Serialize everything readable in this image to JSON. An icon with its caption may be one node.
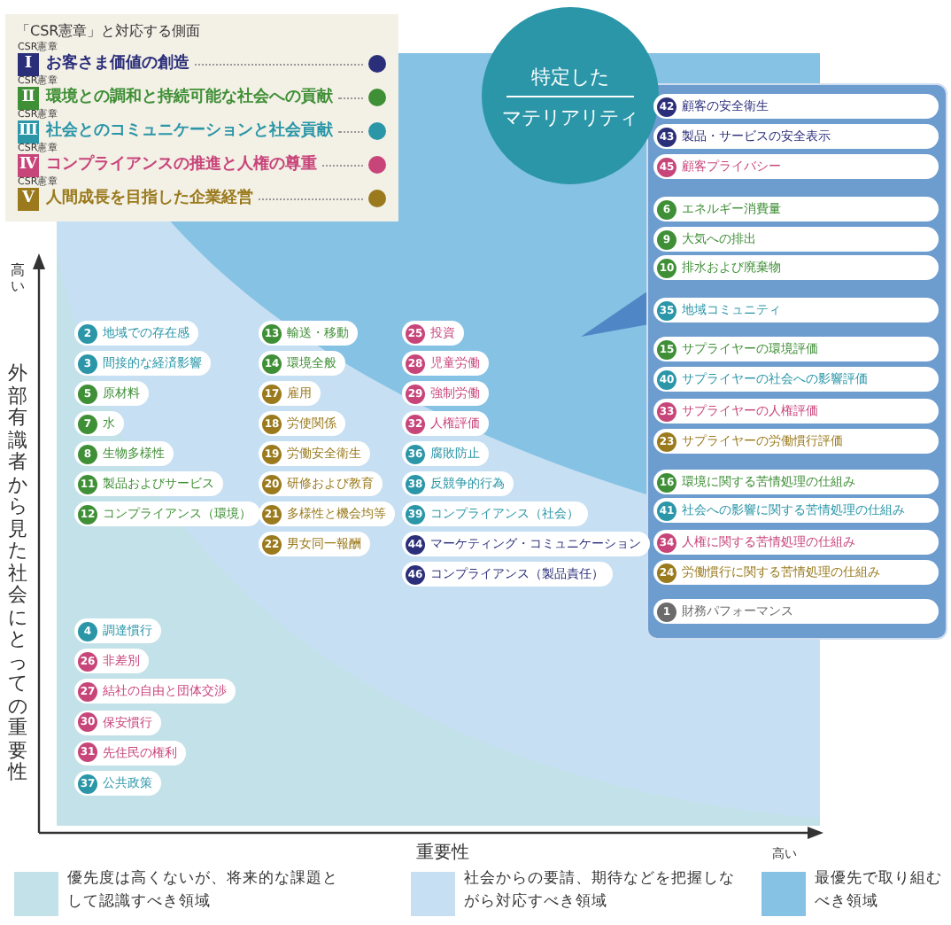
{
  "diagram": {
    "nodes": [
      {
        "text": [
          "特定した",
          "マテリアリティ"
        ]
      },
      {
        "text": [
          "42",
          "顧客の安全衛生"
        ]
      },
      {
        "text": [
          "43",
          "製品・サービスの安全表示"
        ]
      },
      {
        "text": [
          "45",
          "顧客プライバシー"
        ]
      },
      {
        "text": [
          "6",
          "エネルギー消費量"
        ]
      },
      {
        "text": [
          "9",
          "大気への排出"
        ]
      },
      {
        "text": [
          "10",
          "排水および廃棄物"
        ]
      },
      {
        "text": [
          "35",
          "地域コミュニティ"
        ]
      },
      {
        "text": [
          "15",
          "サプライヤーの環境評価"
        ]
      },
      {
        "text": [
          "40",
          "サプライヤーの社会への影響評価"
        ]
      },
      {
        "text": [
          "33",
          "サプライヤーの人権評価"
        ]
      },
      {
        "text": [
          "23",
          "サプライヤーの労働慣行評価"
        ]
      },
      {
        "text": [
          "16",
          "環境に関する苦情処理の仕組み"
        ]
      },
      {
        "text": [
          "41",
          "社会への影響に関する苦情処理の仕組み"
        ]
      },
      {
        "text": [
          "34",
          "人権に関する苦情処理の仕組み"
        ]
      },
      {
        "text": [
          "24",
          "労働慣行に関する苦情処理の仕組み"
        ]
      },
      {
        "text": [
          "1",
          "財務パフォーマンス"
        ]
      },
      {
        "text": [
          "2",
          "地域での存在感"
        ]
      },
      {
        "text": [
          "3",
          "間接的な経済影響"
        ]
      },
      {
        "text": [
          "5",
          "原材料"
        ]
      },
      {
        "text": [
          "7",
          "水"
        ]
      },
      {
        "text": [
          "8",
          "生物多様性"
        ]
      },
      {
        "text": [
          "11",
          "製品およびサービス"
        ]
      },
      {
        "text": [
          "12",
          "コンプライアンス（環境）"
        ]
      },
      {
        "text": [
          "13",
          "輸送・移動"
        ]
      },
      {
        "text": [
          "14",
          "環境全般"
        ]
      },
      {
        "text": [
          "17",
          "雇用"
        ]
      },
      {
        "text": [
          "18",
          "労使関係"
        ]
      },
      {
        "text": [
          "19",
          "労働安全衛生"
        ]
      },
      {
        "text": [
          "20",
          "研修および教育"
        ]
      },
      {
        "text": [
          "21",
          "多様性と機会均等"
        ]
      },
      {
        "text": [
          "22",
          "男女同一報酬"
        ]
      },
      {
        "text": [
          "25",
          "投資"
        ]
      },
      {
        "text": [
          "28",
          "児童労働"
        ]
      },
      {
        "text": [
          "29",
          "強制労働"
        ]
      },
      {
        "text": [
          "32",
          "人権評価"
        ]
      },
      {
        "text": [
          "36",
          "腐敗防止"
        ]
      },
      {
        "text": [
          "38",
          "反競争的行為"
        ]
      },
      {
        "text": [
          "39",
          "コンプライアンス（社会）"
        ]
      },
      {
        "text": [
          "44",
          "マーケティング・コミュニケーション"
        ]
      },
      {
        "text": [
          "46",
          "コンプライアンス（製品責任）"
        ]
      },
      {
        "text": [
          "4",
          "調達慣行"
        ]
      },
      {
        "text": [
          "26",
          "非差別"
        ]
      },
      {
        "text": [
          "27",
          "結社の自由と団体交渉"
        ]
      },
      {
        "text": [
          "30",
          "保安慣行"
        ]
      },
      {
        "text": [
          "31",
          "先住民の権利"
        ]
      },
      {
        "text": [
          "37",
          "公共政策"
        ]
      }
    ],
    "labels": [
      "「CSR憲章」と対応する側面",
      "CSR憲章",
      "Ⅰ",
      "CSR憲章",
      "Ⅱ",
      "CSR憲章",
      "Ⅲ",
      "CSR憲章",
      "Ⅳ",
      "CSR憲章",
      "Ⅴ",
      "高い",
      "外部有識者から見た社会にとっての重要性",
      "重要性",
      "高い"
    ],
    "legend": [
      {
        "text": "お客さま価値の創造",
        "color": "#2b2f7a"
      },
      {
        "text": "環境との調和と持続可能な社会への貢献",
        "color": "#3f8f36"
      },
      {
        "text": "社会とのコミュニケーションと社会貢献",
        "color": "#2a96a8"
      },
      {
        "text": "コンプライアンスの推進と人権の尊重",
        "color": "#c8457a"
      },
      {
        "text": "人間成長を目指した企業経営",
        "color": "#9a7a1c"
      },
      {
        "text": "優先度は高くないが、将来的な課題として認識すべき領域",
        "color": "#c3e1e8"
      },
      {
        "text": "社会からの要請、期待などを把握しながら対応すべき領域",
        "color": "#c6dff2"
      },
      {
        "text": "最優先で取り組むべき領域",
        "color": "#86c2e4"
      }
    ]
  }
}
